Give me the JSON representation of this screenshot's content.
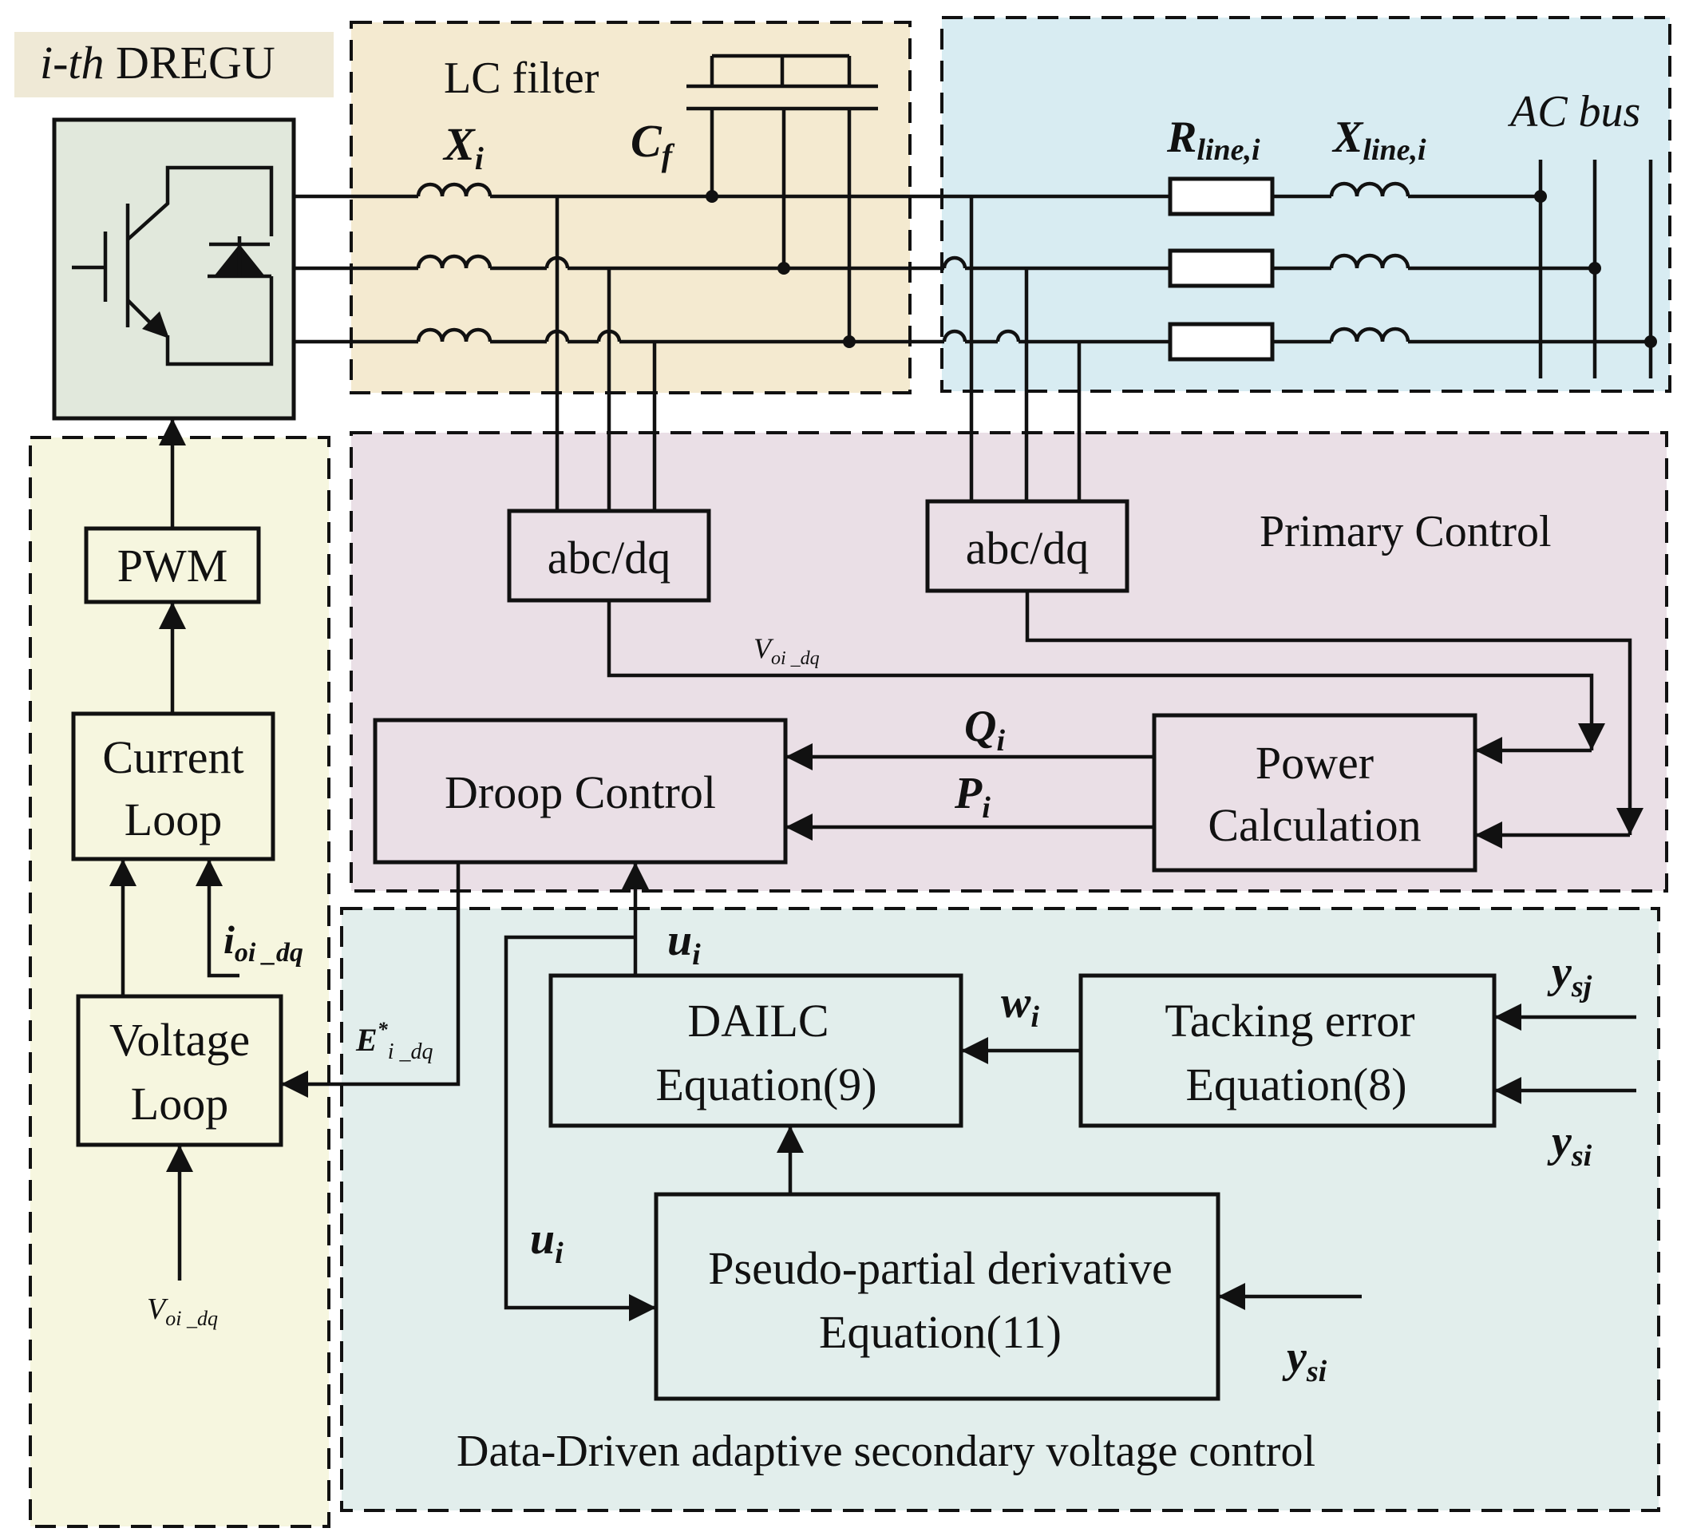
{
  "header": {
    "prefix": "i-th",
    "name": "DREGU"
  },
  "regions": {
    "lc_filter": "LC filter",
    "ac_bus": "AC bus",
    "primary_control": "Primary Control",
    "secondary_control": "Data-Driven adaptive secondary voltage control"
  },
  "symbols": {
    "xi": {
      "base": "X",
      "sub": "i"
    },
    "cf": {
      "base": "C",
      "sub": "f"
    },
    "rline": {
      "base": "R",
      "sub": "line,i"
    },
    "xline": {
      "base": "X",
      "sub": "line,i"
    },
    "voi_top": {
      "base": "V",
      "sub": "oi _dq"
    },
    "voi_bottom": {
      "base": "V",
      "sub": "oi _dq"
    },
    "qi": {
      "base": "Q",
      "sub": "i"
    },
    "pi": {
      "base": "P",
      "sub": "i"
    },
    "ioi": {
      "base": "i",
      "sub": "oi _dq"
    },
    "estar": {
      "base": "E",
      "sup": "*",
      "sub": "i _dq"
    },
    "ui_top": {
      "base": "u",
      "sub": "i"
    },
    "ui_left": {
      "base": "u",
      "sub": "i"
    },
    "wi": {
      "base": "w",
      "sub": "i"
    },
    "ysj": {
      "base": "y",
      "sub": "sj"
    },
    "ysi_right": {
      "base": "y",
      "sub": "si"
    },
    "ysi_bottom": {
      "base": "y",
      "sub": "si"
    }
  },
  "blocks": {
    "pwm": "PWM",
    "current_loop": [
      "Current",
      "Loop"
    ],
    "voltage_loop": [
      "Voltage",
      "Loop"
    ],
    "abc_dq_1": "abc/dq",
    "abc_dq_2": "abc/dq",
    "droop_control": "Droop Control",
    "power_calc": [
      "Power",
      "Calculation"
    ],
    "dailc": [
      "DAILC",
      "Equation(9)"
    ],
    "tracking_error": [
      "Tacking error",
      "Equation(8)"
    ],
    "ppd": [
      "Pseudo-partial derivative",
      "Equation(11)"
    ]
  },
  "colors": {
    "header_bg": "#efe9d6",
    "lc_bg": "#f4ead0",
    "ac_bus_bg": "#d8ecf2",
    "primary_bg": "#eadfe6",
    "inner_loop_bg": "#f6f6df",
    "secondary_bg": "#e2eeec",
    "inverter_bg": "#e1e8dc"
  }
}
